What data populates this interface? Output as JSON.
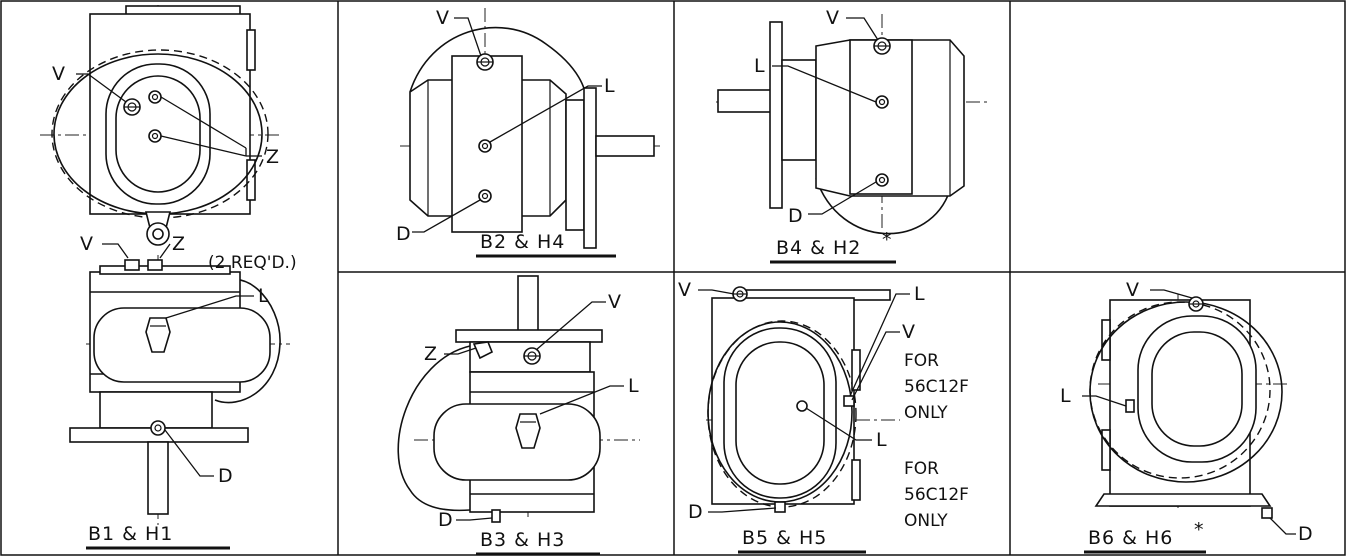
{
  "labels": {
    "V": "V",
    "L": "L",
    "Z": "Z",
    "D": "D"
  },
  "notes": {
    "z_req": "(2 REQ'D.)",
    "for": "FOR",
    "model": "56C12F",
    "only": "ONLY"
  },
  "captions": {
    "b1": "B1 & H1",
    "b2": "B2 & H4",
    "b3": "B3 & H3",
    "b4": "B4 & H2",
    "b5": "B5 & H5",
    "b6": "B6 & H6"
  },
  "asterisk": "*"
}
